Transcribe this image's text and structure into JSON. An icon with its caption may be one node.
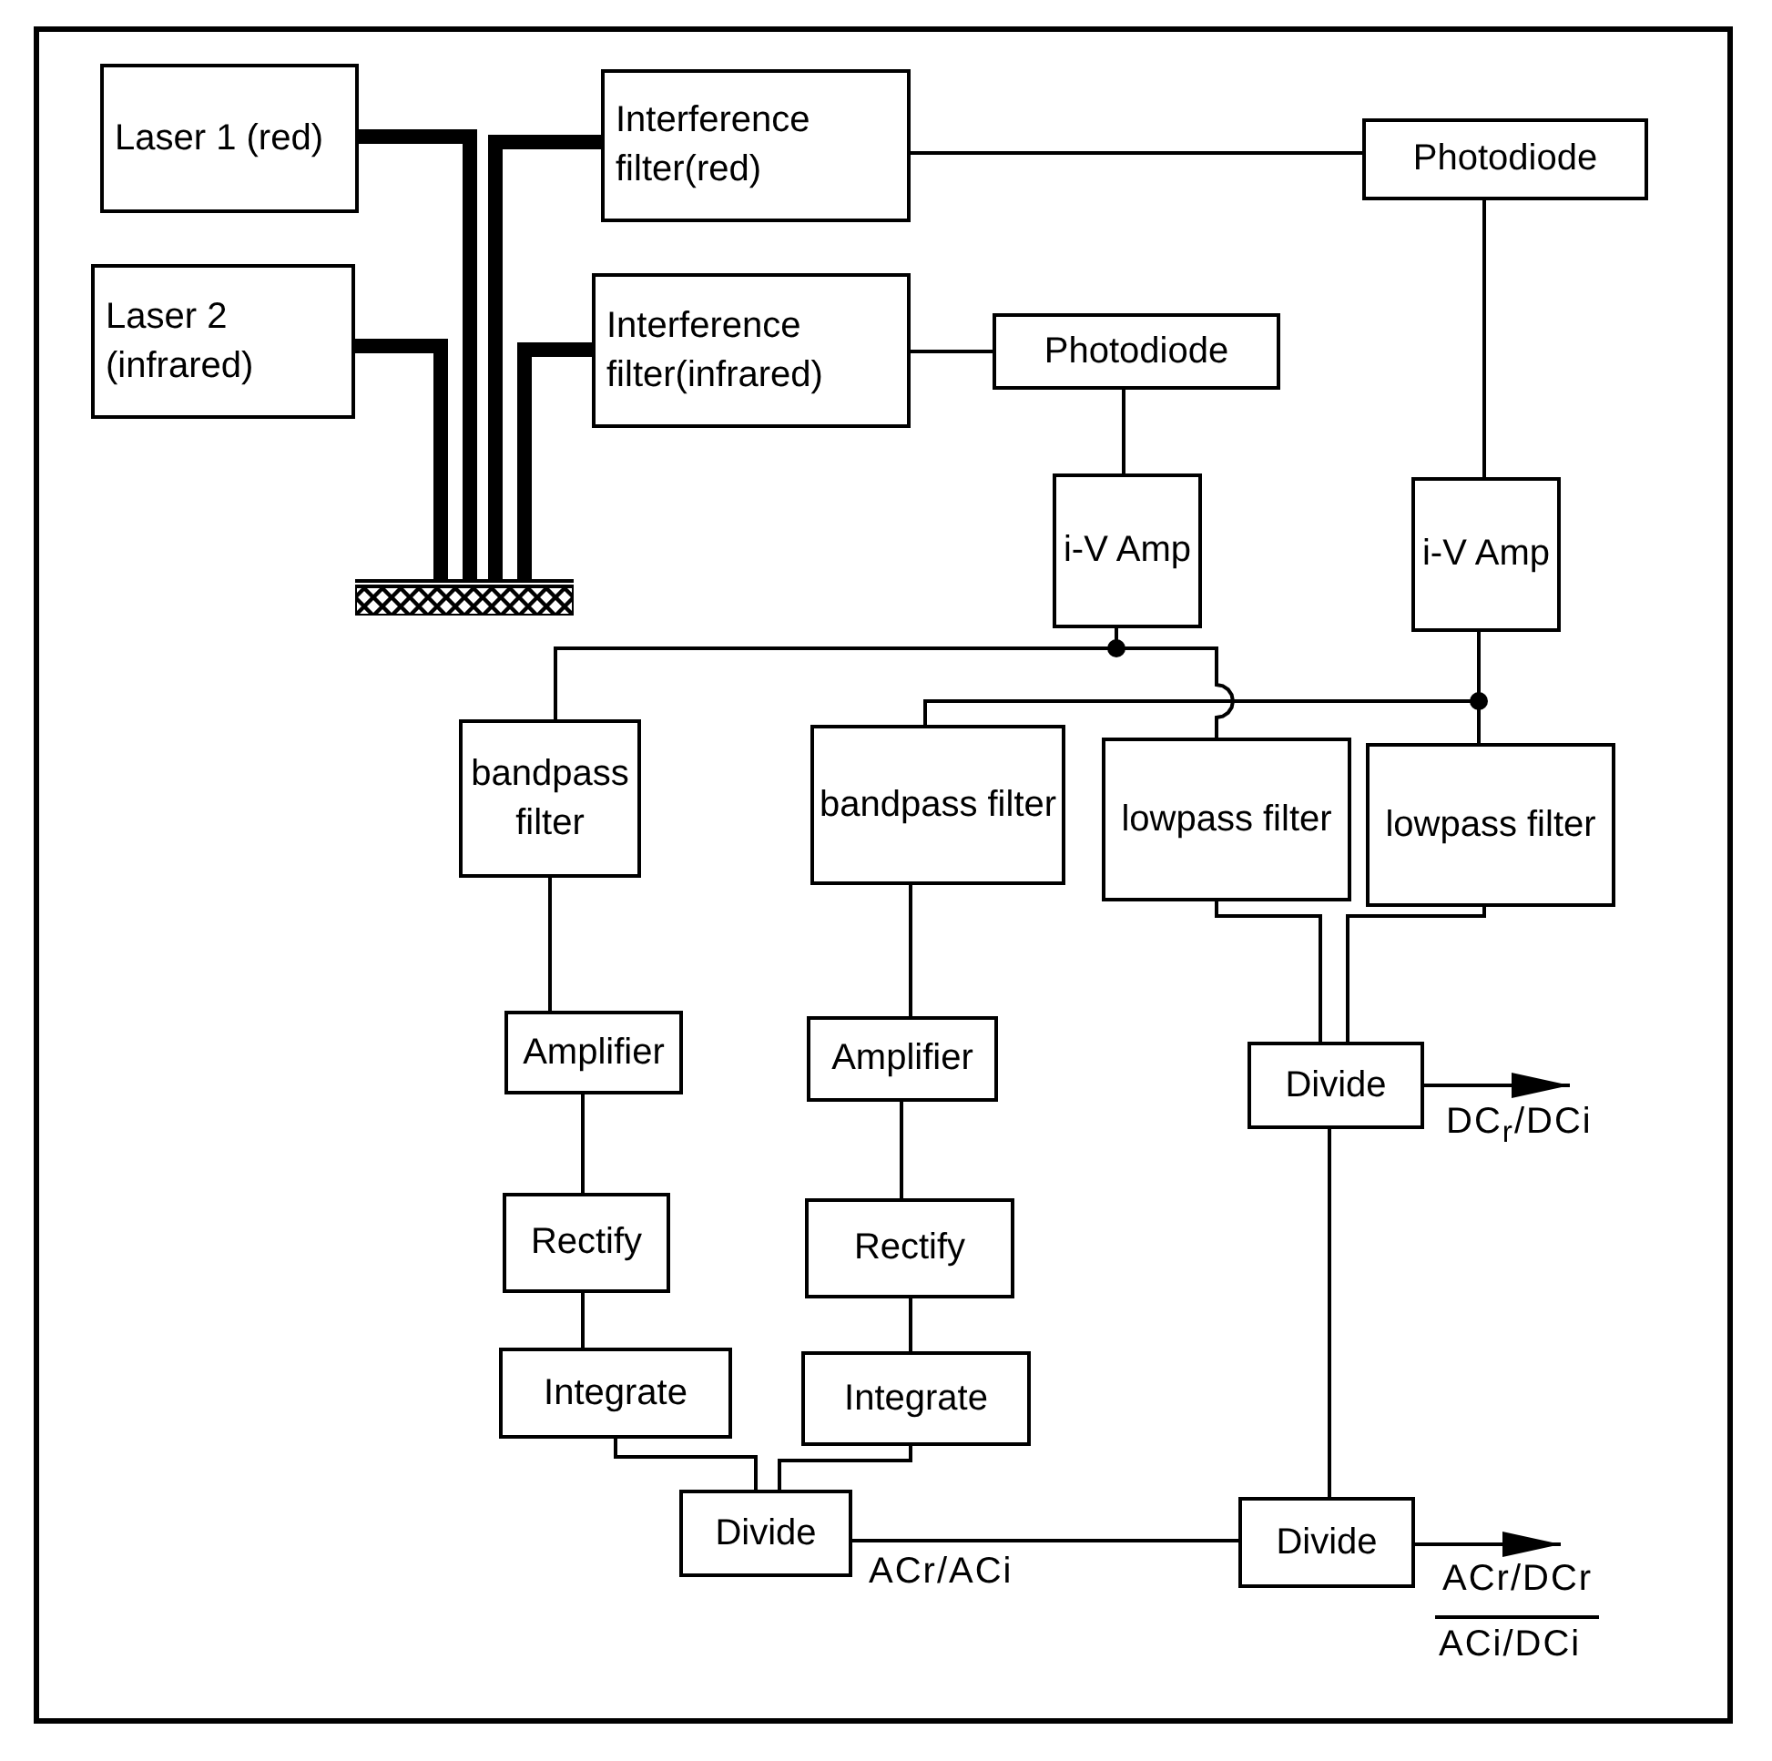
{
  "diagram": {
    "nodes": [
      {
        "text": [
          "Laser 1 (red)"
        ]
      },
      {
        "text": [
          "Laser 2 (infrared)"
        ]
      },
      {
        "text": [
          "Interference filter(red)"
        ]
      },
      {
        "text": [
          "Interference filter(infrared)"
        ]
      },
      {
        "text": [
          "Photodiode"
        ]
      },
      {
        "text": [
          "Photodiode"
        ]
      },
      {
        "text": [
          "i-V Amp"
        ]
      },
      {
        "text": [
          "i-V Amp"
        ]
      },
      {
        "text": [
          "bandpass filter"
        ]
      },
      {
        "text": [
          "bandpass filter"
        ]
      },
      {
        "text": [
          "lowpass filter"
        ]
      },
      {
        "text": [
          "lowpass filter"
        ]
      },
      {
        "text": [
          "Amplifier"
        ]
      },
      {
        "text": [
          "Amplifier"
        ]
      },
      {
        "text": [
          "Rectify"
        ]
      },
      {
        "text": [
          "Rectify"
        ]
      },
      {
        "text": [
          "Integrate"
        ]
      },
      {
        "text": [
          "Integrate"
        ]
      },
      {
        "text": [
          "Divide"
        ]
      },
      {
        "text": [
          "Divide"
        ]
      },
      {
        "text": [
          "Divide"
        ]
      },
      {
        "text": [],
        "shape": "bar"
      }
    ],
    "edges": [
      {
        "from": 0,
        "to": 21,
        "arrow": "none",
        "style": "thick"
      },
      {
        "from": 1,
        "to": 21,
        "arrow": "none",
        "style": "thick"
      },
      {
        "from": 21,
        "to": 2,
        "arrow": "none",
        "style": "thick"
      },
      {
        "from": 21,
        "to": 3,
        "arrow": "none",
        "style": "thick"
      },
      {
        "from": 2,
        "to": 4,
        "arrow": "none"
      },
      {
        "from": 3,
        "to": 5,
        "arrow": "none"
      },
      {
        "from": 5,
        "to": 6,
        "arrow": "none"
      },
      {
        "from": 4,
        "to": 7,
        "arrow": "none"
      },
      {
        "from": 6,
        "to": 8,
        "arrow": "none"
      },
      {
        "from": 6,
        "to": 10,
        "arrow": "none"
      },
      {
        "from": 7,
        "to": 9,
        "arrow": "none"
      },
      {
        "from": 7,
        "to": 11,
        "arrow": "none"
      },
      {
        "from": 8,
        "to": 12,
        "arrow": "none"
      },
      {
        "from": 9,
        "to": 13,
        "arrow": "none"
      },
      {
        "from": 12,
        "to": 14,
        "arrow": "none"
      },
      {
        "from": 13,
        "to": 15,
        "arrow": "none"
      },
      {
        "from": 14,
        "to": 16,
        "arrow": "none"
      },
      {
        "from": 15,
        "to": 17,
        "arrow": "none"
      },
      {
        "from": 16,
        "to": 18,
        "arrow": "none"
      },
      {
        "from": 17,
        "to": 18,
        "arrow": "none"
      },
      {
        "from": 10,
        "to": 19,
        "arrow": "none"
      },
      {
        "from": 11,
        "to": 19,
        "arrow": "none"
      },
      {
        "from": 18,
        "to": 20,
        "label": "ACr/ACi",
        "arrow": "none"
      },
      {
        "from": 19,
        "to": 20,
        "arrow": "none"
      },
      {
        "from": 19,
        "to": null,
        "label": "DC$_{r}$/DCi",
        "arrow": "to"
      },
      {
        "from": 20,
        "to": null,
        "label": "ACr/DCr",
        "arrow": "to"
      }
    ],
    "labels": [
      "ACi/DCi"
    ]
  }
}
